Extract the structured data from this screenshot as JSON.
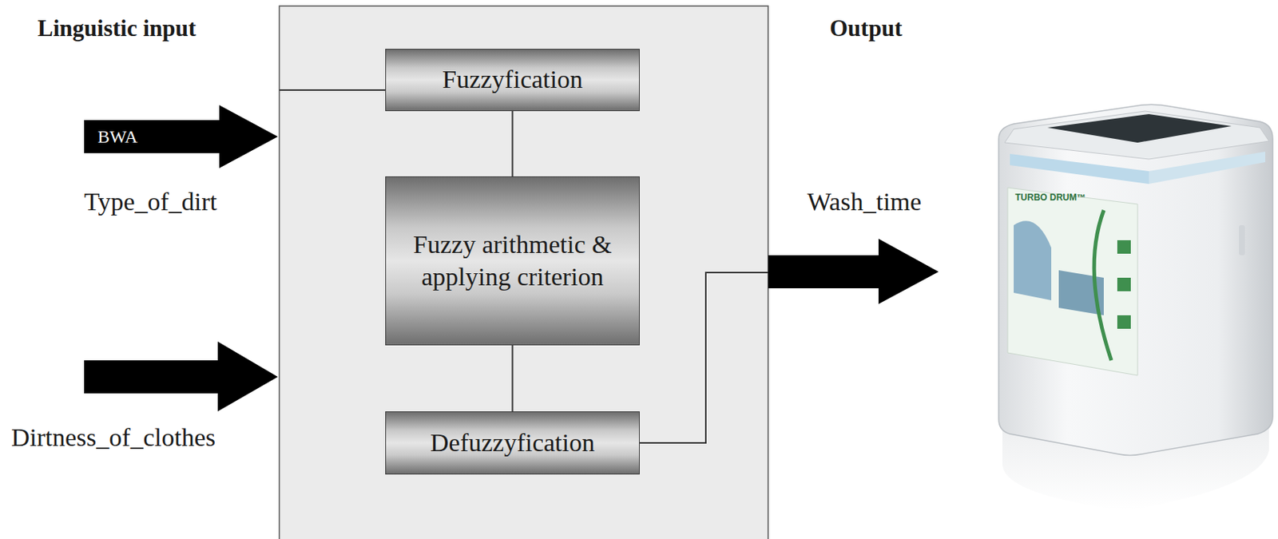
{
  "diagram": {
    "nodes": [
      {
        "text": [
          "BWA"
        ]
      },
      {
        "text": [
          "Fuzzyfication"
        ]
      },
      {
        "text": [
          "Fuzzy arithmetic & applying criterion"
        ]
      },
      {
        "text": [
          "Defuzzyfication"
        ]
      }
    ],
    "edges": [
      {
        "from": 1,
        "to": 2,
        "arrow": "none"
      },
      {
        "from": 2,
        "to": 3,
        "arrow": "none"
      }
    ],
    "labels": [
      "Linguistic input",
      "Output",
      "Type_of_dirt",
      "Dirtness_of_clothes",
      "Wash_time",
      "TURBO DRUM™"
    ]
  }
}
